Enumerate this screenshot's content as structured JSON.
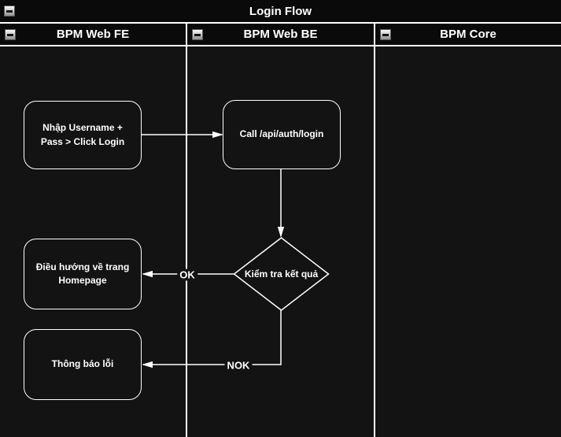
{
  "pool": {
    "title": "Login Flow",
    "lanes": [
      {
        "label": "BPM Web FE"
      },
      {
        "label": "BPM Web BE"
      },
      {
        "label": "BPM Core"
      }
    ]
  },
  "nodes": {
    "enter_credentials": {
      "label": "Nhập Username + Pass > Click Login"
    },
    "call_login_api": {
      "label": "Call /api/auth/login"
    },
    "check_result": {
      "label": "Kiểm tra kết quả"
    },
    "redirect_homepage": {
      "label": "Điều hướng về trang Homepage"
    },
    "show_error": {
      "label": "Thông báo lỗi"
    }
  },
  "edge_labels": {
    "ok": "OK",
    "nok": "NOK"
  },
  "icons": {
    "collapse": "collapse-minus-icon"
  },
  "colors": {
    "canvas_background": "#131313",
    "header_background": "#0a0a0a",
    "stroke": "#ffffff",
    "text": "#ffffff"
  }
}
